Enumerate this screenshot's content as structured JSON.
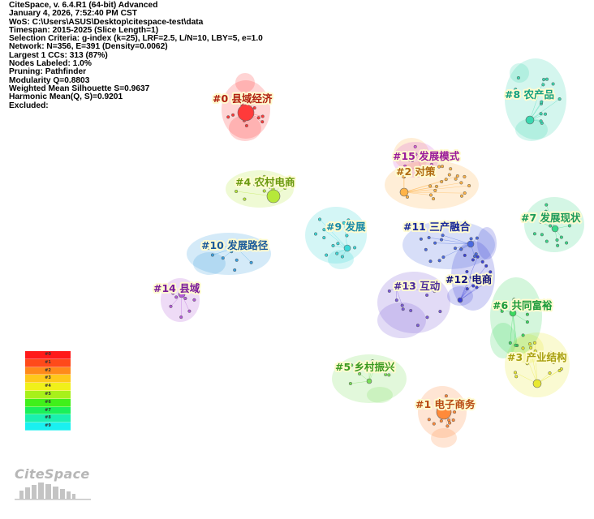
{
  "info_lines": [
    "CiteSpace, v. 6.4.R1 (64-bit) Advanced",
    "January 4, 2026, 7:52:40 PM CST",
    "WoS: C:\\Users\\ASUS\\Desktop\\citespace-test\\data",
    "Timespan: 2015-2025 (Slice Length=1)",
    "Selection Criteria: g-index (k=25), LRF=2.5, L/N=10, LBY=5, e=1.0",
    "Network: N=356, E=391 (Density=0.0062)",
    "Largest 1 CCs: 313 (87%)",
    "Nodes Labeled: 1.0%",
    "Pruning: Pathfinder",
    "Modularity Q=0.8803",
    "Weighted Mean Silhouette S=0.9637",
    "Harmonic Mean(Q, S)=0.9201",
    "Excluded:"
  ],
  "clusters": [
    {
      "label": "#0 县域经济",
      "color": "#ff3a3a",
      "text_color": "#b01e0e"
    },
    {
      "label": "#1 电子商务",
      "color": "#ff8a3a",
      "text_color": "#b84a12"
    },
    {
      "label": "#2 对策",
      "color": "#ffb347",
      "text_color": "#b06a10"
    },
    {
      "label": "#3 产业结构",
      "color": "#e8e830",
      "text_color": "#a8a010"
    },
    {
      "label": "#4 农村电商",
      "color": "#b6e83a",
      "text_color": "#6a9a10"
    },
    {
      "label": "#5 乡村振兴",
      "color": "#7ae05a",
      "text_color": "#3a9a20"
    },
    {
      "label": "#6 共同富裕",
      "color": "#3ad860",
      "text_color": "#1a9a3a"
    },
    {
      "label": "#7 发展现状",
      "color": "#3ad88a",
      "text_color": "#1a9a5a"
    },
    {
      "label": "#8 农产品",
      "color": "#3ad8b0",
      "text_color": "#14a080"
    },
    {
      "label": "#9 发展",
      "color": "#3ad8d8",
      "text_color": "#1a8aa8"
    },
    {
      "label": "#10 发展路径",
      "color": "#3aa0e0",
      "text_color": "#1a5a9a"
    },
    {
      "label": "#11 三产融合",
      "color": "#4a6ae0",
      "text_color": "#1a2a9a"
    },
    {
      "label": "#12 电商",
      "color": "#3a40d8",
      "text_color": "#10107a"
    },
    {
      "label": "#13 互动",
      "color": "#7a5ad8",
      "text_color": "#4a2a9a"
    },
    {
      "label": "#14 县域",
      "color": "#b35ad8",
      "text_color": "#7a1a9a"
    },
    {
      "label": "#15 发展模式",
      "color": "#d85ad8",
      "text_color": "#9a1a9a"
    }
  ],
  "legend": {
    "items": [
      "#0",
      "#1",
      "#2",
      "#3",
      "#4",
      "#5",
      "#6",
      "#7",
      "#8",
      "#9"
    ],
    "colors": [
      "#ff1a1a",
      "#ff4a1a",
      "#ff8a1a",
      "#ffc81a",
      "#f0f01a",
      "#a8f01a",
      "#40f01a",
      "#1af05a",
      "#1af0b0",
      "#1af0f0"
    ]
  },
  "logo": {
    "text": "CiteSpace"
  }
}
